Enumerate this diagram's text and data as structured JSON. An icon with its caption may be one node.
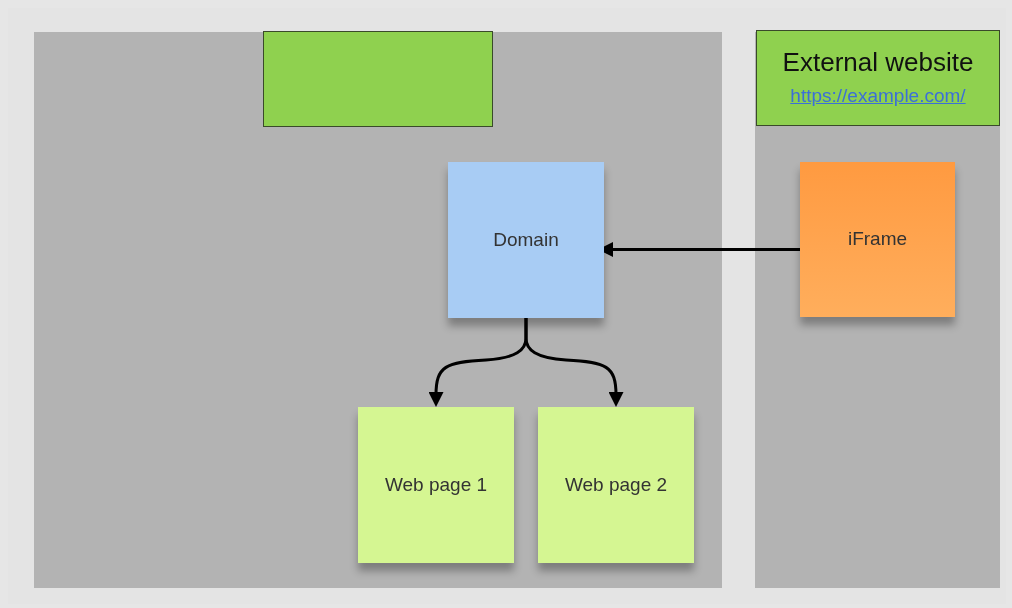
{
  "diagram": {
    "nodes": [
      {
        "text": [],
        "shape": "box"
      },
      {
        "text": [],
        "shape": "box",
        "in": 0
      },
      {
        "text": [
          "Domain"
        ],
        "in": 0
      },
      {
        "text": [
          "Web page 1"
        ],
        "in": 0
      },
      {
        "text": [
          "Web page 2"
        ],
        "in": 0
      },
      {
        "text": [],
        "shape": "box"
      },
      {
        "text": [
          "External website",
          "https://example.com/"
        ],
        "in": 5
      },
      {
        "text": [
          "iFrame"
        ],
        "in": 5
      }
    ],
    "edges": [
      {
        "from": 7,
        "to": 2,
        "arrow": "to"
      },
      {
        "from": 2,
        "to": 3,
        "arrow": "to"
      },
      {
        "from": 2,
        "to": 4,
        "arrow": "to"
      }
    ]
  }
}
